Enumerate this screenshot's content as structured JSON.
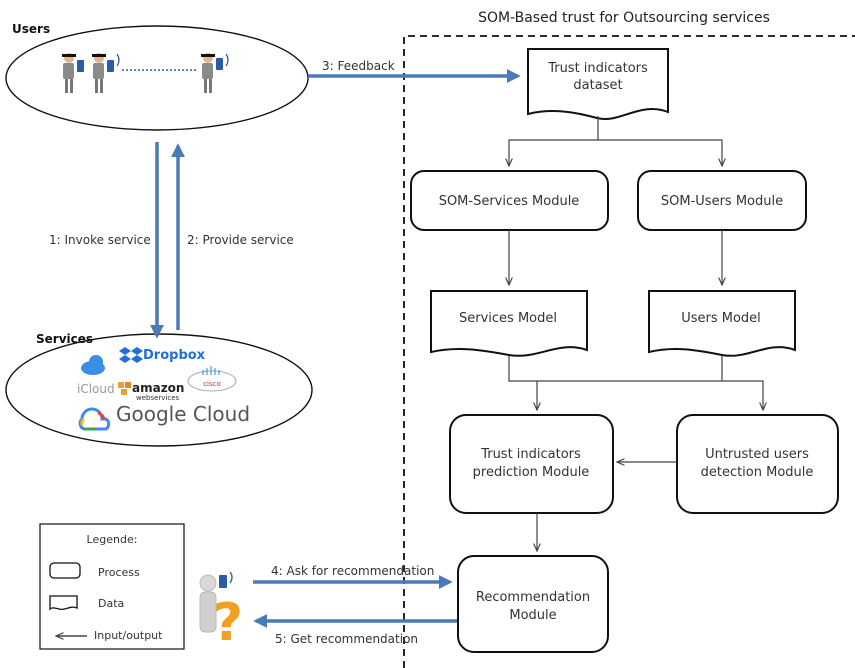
{
  "title": "SOM-Based trust for Outsourcing services",
  "users": {
    "label": "Users"
  },
  "services": {
    "label": "Services",
    "logos": {
      "dropbox": "Dropbox",
      "icloud": "iCloud",
      "amazon": "amazon",
      "amazon_sub": "webservices",
      "cisco": "cisco",
      "google": "Google Cloud"
    }
  },
  "flows": {
    "invoke": "1: Invoke service",
    "provide": "2: Provide service",
    "feedback": "3: Feedback",
    "ask": "4: Ask for recommendation",
    "get": "5: Get recommendation"
  },
  "nodes": {
    "dataset": [
      "Trust indicators",
      "dataset"
    ],
    "som_services": "SOM-Services Module",
    "som_users": "SOM-Users Module",
    "services_model": "Services Model",
    "users_model": "Users Model",
    "prediction": [
      "Trust indicators",
      "prediction Module"
    ],
    "untrusted": [
      "Untrusted users",
      "detection Module"
    ],
    "recommendation": [
      "Recommendation",
      "Module"
    ]
  },
  "legend": {
    "title": "Legende:",
    "process": "Process",
    "data": "Data",
    "io": "Input/output"
  },
  "colors": {
    "arrow_blue": "#4a7ab8",
    "line_gray": "#555555",
    "border": "#222222"
  }
}
